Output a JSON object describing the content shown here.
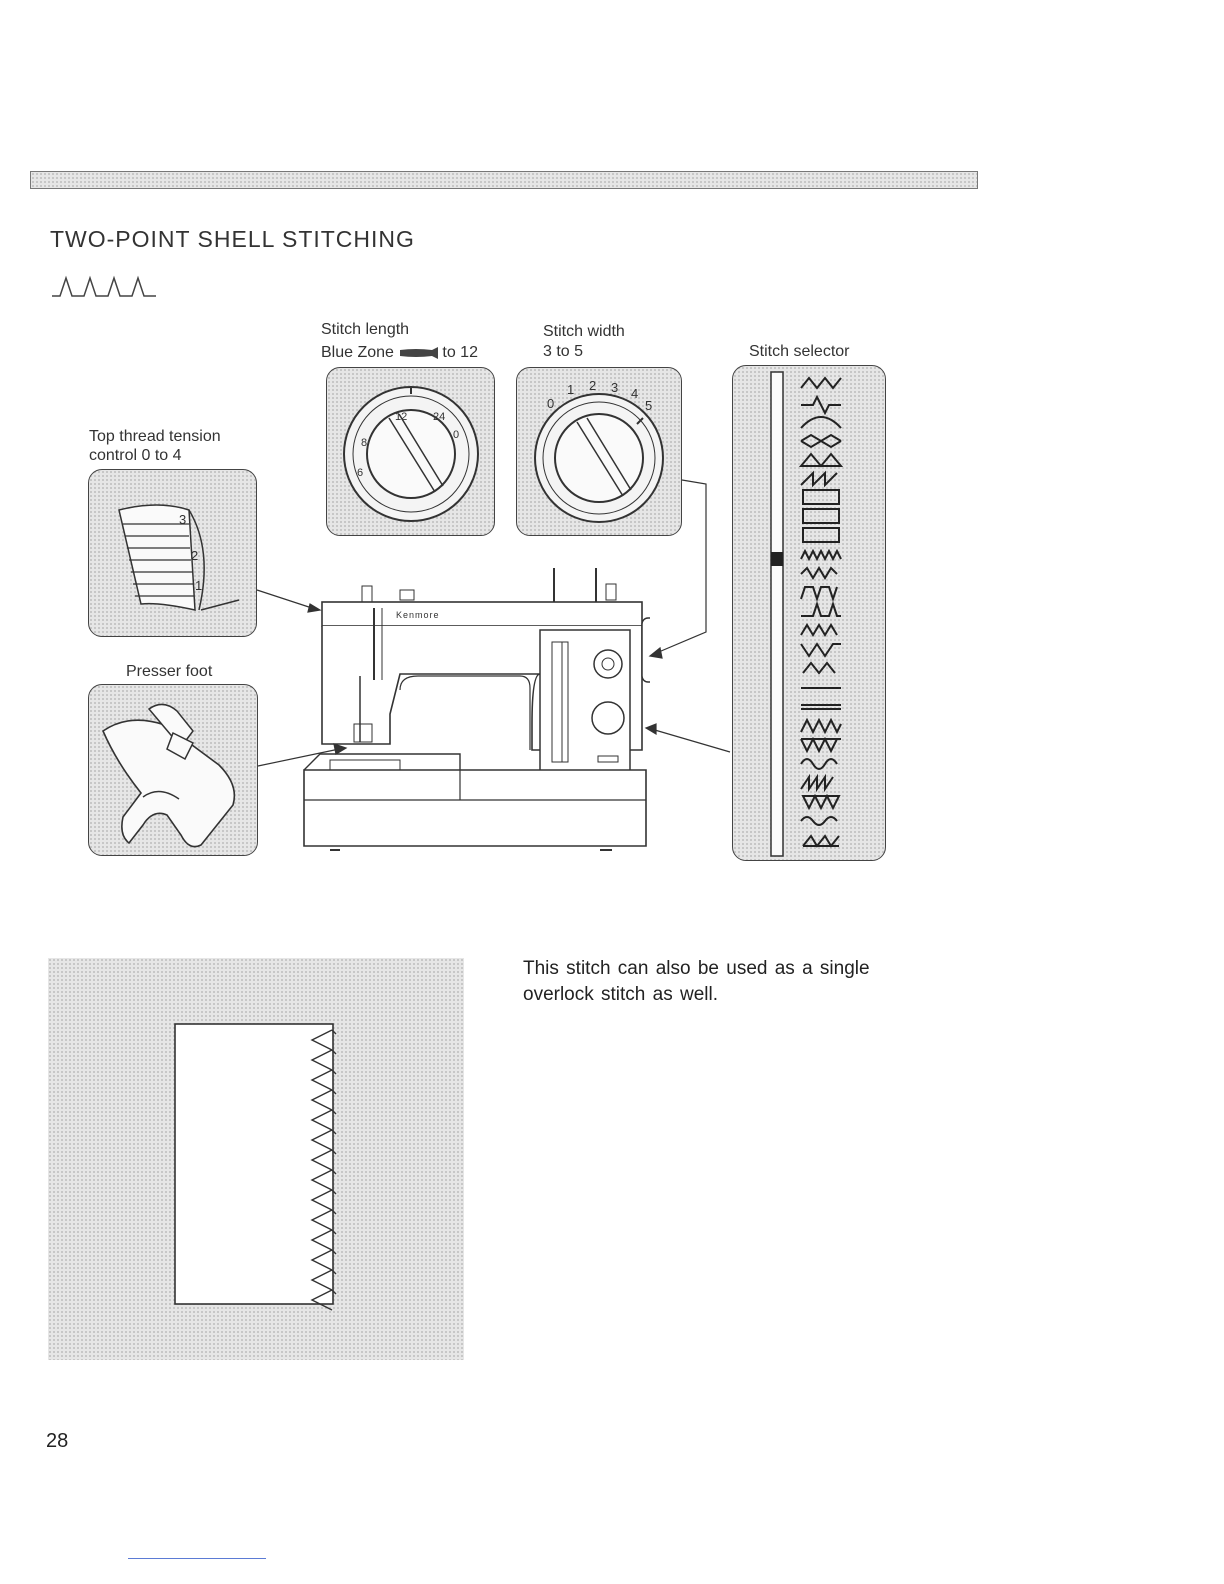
{
  "header": {
    "title": "TWO-POINT SHELL STITCHING"
  },
  "settings": {
    "stitch_length_label": "Stitch length",
    "stitch_length_value_prefix": "Blue Zone",
    "stitch_length_value_suffix": "to 12",
    "stitch_width_label": "Stitch width",
    "stitch_width_value": "3 to 5",
    "stitch_selector_label": "Stitch selector",
    "tension_label_line1": "Top thread tension",
    "tension_label_line2": "control 0 to 4",
    "presser_foot_label": "Presser foot"
  },
  "dials": {
    "length_marks": [
      "12",
      "24",
      "0",
      "8",
      "6"
    ],
    "width_marks": [
      "0",
      "1",
      "2",
      "3",
      "4",
      "5"
    ],
    "tension_marks": [
      "3",
      "2",
      "1"
    ]
  },
  "machine": {
    "brand": "Kenmore"
  },
  "body": {
    "text": "This stitch can also be used as a single overlock stitch as well."
  },
  "footer": {
    "page_number": "28"
  },
  "colors": {
    "ink": "#333333",
    "screen": "#e6e6e6",
    "link": "#5b7bd5"
  }
}
